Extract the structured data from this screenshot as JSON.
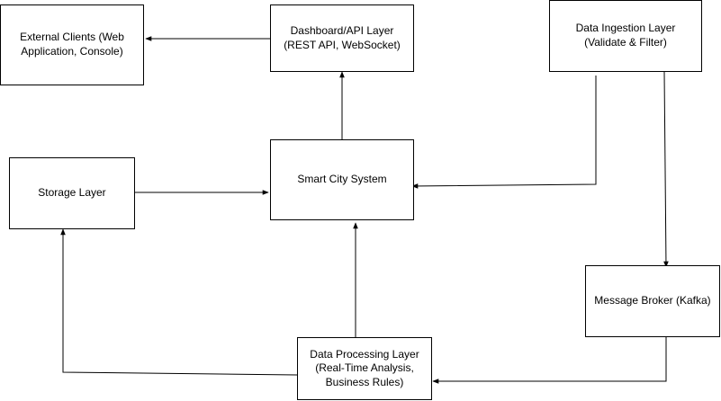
{
  "nodes": {
    "external_clients": "External Clients (Web Application, Console)",
    "dashboard_api": "Dashboard/API Layer (REST API, WebSocket)",
    "data_ingestion": "Data Ingestion Layer (Validate & Filter)",
    "storage": "Storage Layer",
    "smart_city": "Smart City System",
    "message_broker": "Message Broker (Kafka)",
    "data_processing": "Data Processing Layer (Real-Time Analysis, Business Rules)"
  },
  "colors": {
    "stroke": "#000000",
    "fill": "#ffffff"
  }
}
